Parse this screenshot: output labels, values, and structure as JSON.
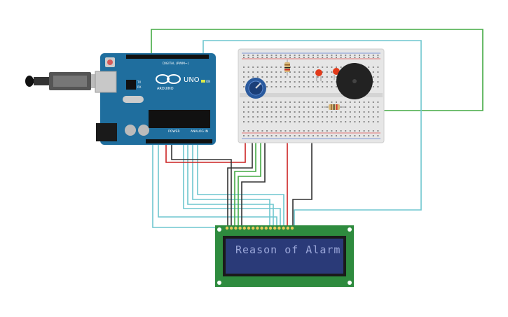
{
  "arduino": {
    "logo_text": "UNO",
    "brand": "ARDUINO",
    "digital_label": "DIGITAL (PWM~)",
    "power_label": "POWER",
    "analog_label": "ANALOG IN",
    "on_label": "ON",
    "tx_label": "TX",
    "rx_label": "RX"
  },
  "lcd": {
    "text": "Reason of Alarm"
  },
  "colors": {
    "arduino_board": "#1f6e9e",
    "breadboard": "#e6e6e6",
    "lcd_pcb": "#2e8b3e",
    "lcd_screen": "#2a3a78",
    "wire_cyan": "#6ec6cf",
    "wire_green": "#44aa44",
    "wire_black": "#333333",
    "wire_red": "#cc2222",
    "buzzer": "#222222",
    "led": "#e23a1a",
    "potentiometer": "#2a5a9e"
  }
}
